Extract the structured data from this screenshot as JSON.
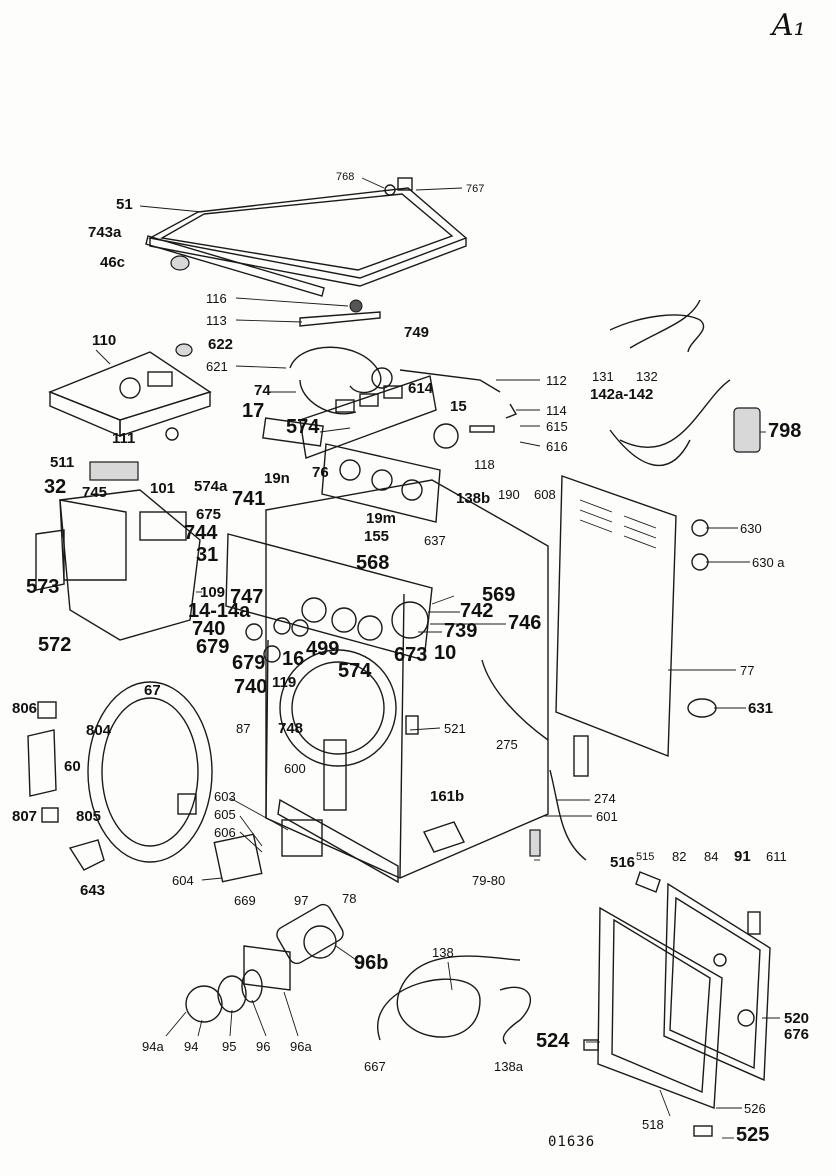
{
  "sheet_id": "A₁",
  "reference_code": "01636",
  "part_labels": [
    "768",
    "767",
    "51",
    "743a",
    "46c",
    "116",
    "113",
    "749",
    "110",
    "622",
    "621",
    "74",
    "614",
    "112",
    "131",
    "132",
    "142a-142",
    "15",
    "114",
    "615",
    "616",
    "574",
    "111",
    "17",
    "118",
    "798",
    "511",
    "32",
    "745",
    "101",
    "574a",
    "741",
    "19n",
    "76",
    "138b",
    "190",
    "608",
    "675",
    "744",
    "19m",
    "155",
    "637",
    "630",
    "630 a",
    "31",
    "568",
    "573",
    "109",
    "747",
    "569",
    "14-14a",
    "742",
    "746",
    "572",
    "740",
    "679",
    "739",
    "499",
    "16",
    "673",
    "10",
    "574",
    "77",
    "679",
    "740",
    "119",
    "806",
    "67",
    "631",
    "87",
    "748",
    "521",
    "804",
    "60",
    "275",
    "600",
    "603",
    "274",
    "805",
    "605",
    "807",
    "161b",
    "601",
    "606",
    "643",
    "604",
    "669",
    "97",
    "78",
    "79-80",
    "516",
    "515",
    "82",
    "84",
    "91",
    "611",
    "138",
    "96b",
    "520",
    "676",
    "524",
    "94a",
    "94",
    "95",
    "96",
    "96a",
    "667",
    "138a",
    "526",
    "518",
    "525"
  ]
}
